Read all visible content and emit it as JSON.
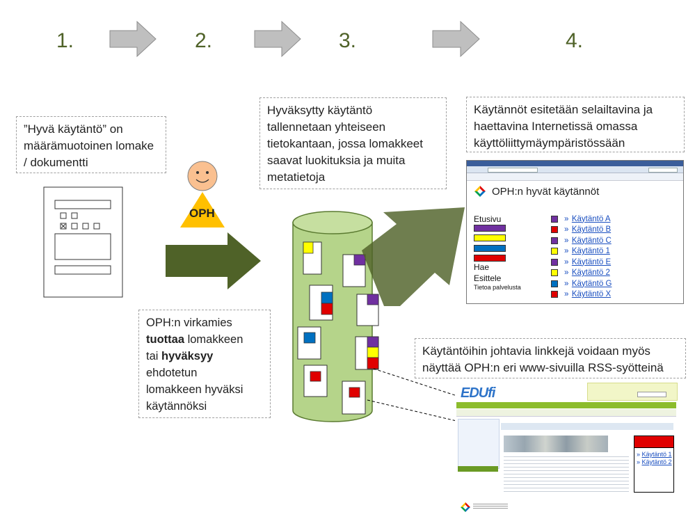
{
  "steps": [
    "1.",
    "2.",
    "3.",
    "4."
  ],
  "callouts": {
    "form": "”Hyvä käytäntö” on määrämuotoinen lomake / dokumentti",
    "officer": {
      "line1": "OPH:n virkamies",
      "word1": "tuottaa",
      "rest1": " lomakkeen",
      "line2a": "tai ",
      "word2": "hyväksyy",
      "line3": "ehdotetun",
      "line4": "lomakkeen hyväksi",
      "line5": "käytännöksi"
    },
    "database": "Hyväksytty käytäntö tallennetaan yhteiseen tietokantaan, jossa lomakkeet saavat luokituksia ja muita metatietoja",
    "browse": "Käytännöt esitetään selailtavina ja haettavina Internetissä omassa käyttöliittymäympäristössään",
    "rss": "Käytäntöihin johtavia linkkejä voidaan myös näyttää OPH:n eri www-sivuilla RSS-syötteinä"
  },
  "person_label": "OPH",
  "site": {
    "title": "OPH:n hyvät käytännöt",
    "menu": {
      "etusivu": "Etusivu",
      "hae": "Hae",
      "esittele": "Esittele",
      "tietoa": "Tietoa palvelusta"
    },
    "menu_bar_colors": [
      "#7030a0",
      "#ffff00",
      "#0070c0",
      "#e00000"
    ],
    "links": [
      {
        "label": "Käytäntö A",
        "color": "#7030a0"
      },
      {
        "label": "Käytäntö B",
        "color": "#e00000"
      },
      {
        "label": "Käytäntö C",
        "color": "#7030a0"
      },
      {
        "label": "Käytäntö 1",
        "color": "#ffff00"
      },
      {
        "label": "Käytäntö E",
        "color": "#7030a0"
      },
      {
        "label": "Käytäntö 2",
        "color": "#ffff00"
      },
      {
        "label": "Käytäntö G",
        "color": "#0070c0"
      },
      {
        "label": "Käytäntö X",
        "color": "#e00000"
      }
    ],
    "link_prefix": "»"
  },
  "edu": {
    "logo": "EDUfi",
    "rss_links": [
      "Käytäntö 1",
      "Käytäntö 2"
    ],
    "rss_prefix": "»"
  },
  "colors": {
    "step_text": "#4f6228",
    "gray_arrow": "#bfbfbf",
    "green_arrow": "#4f6228",
    "cylinder": "#b5d48a",
    "purple": "#7030a0",
    "yellow": "#ffff00",
    "blue": "#0070c0",
    "red": "#e00000"
  }
}
